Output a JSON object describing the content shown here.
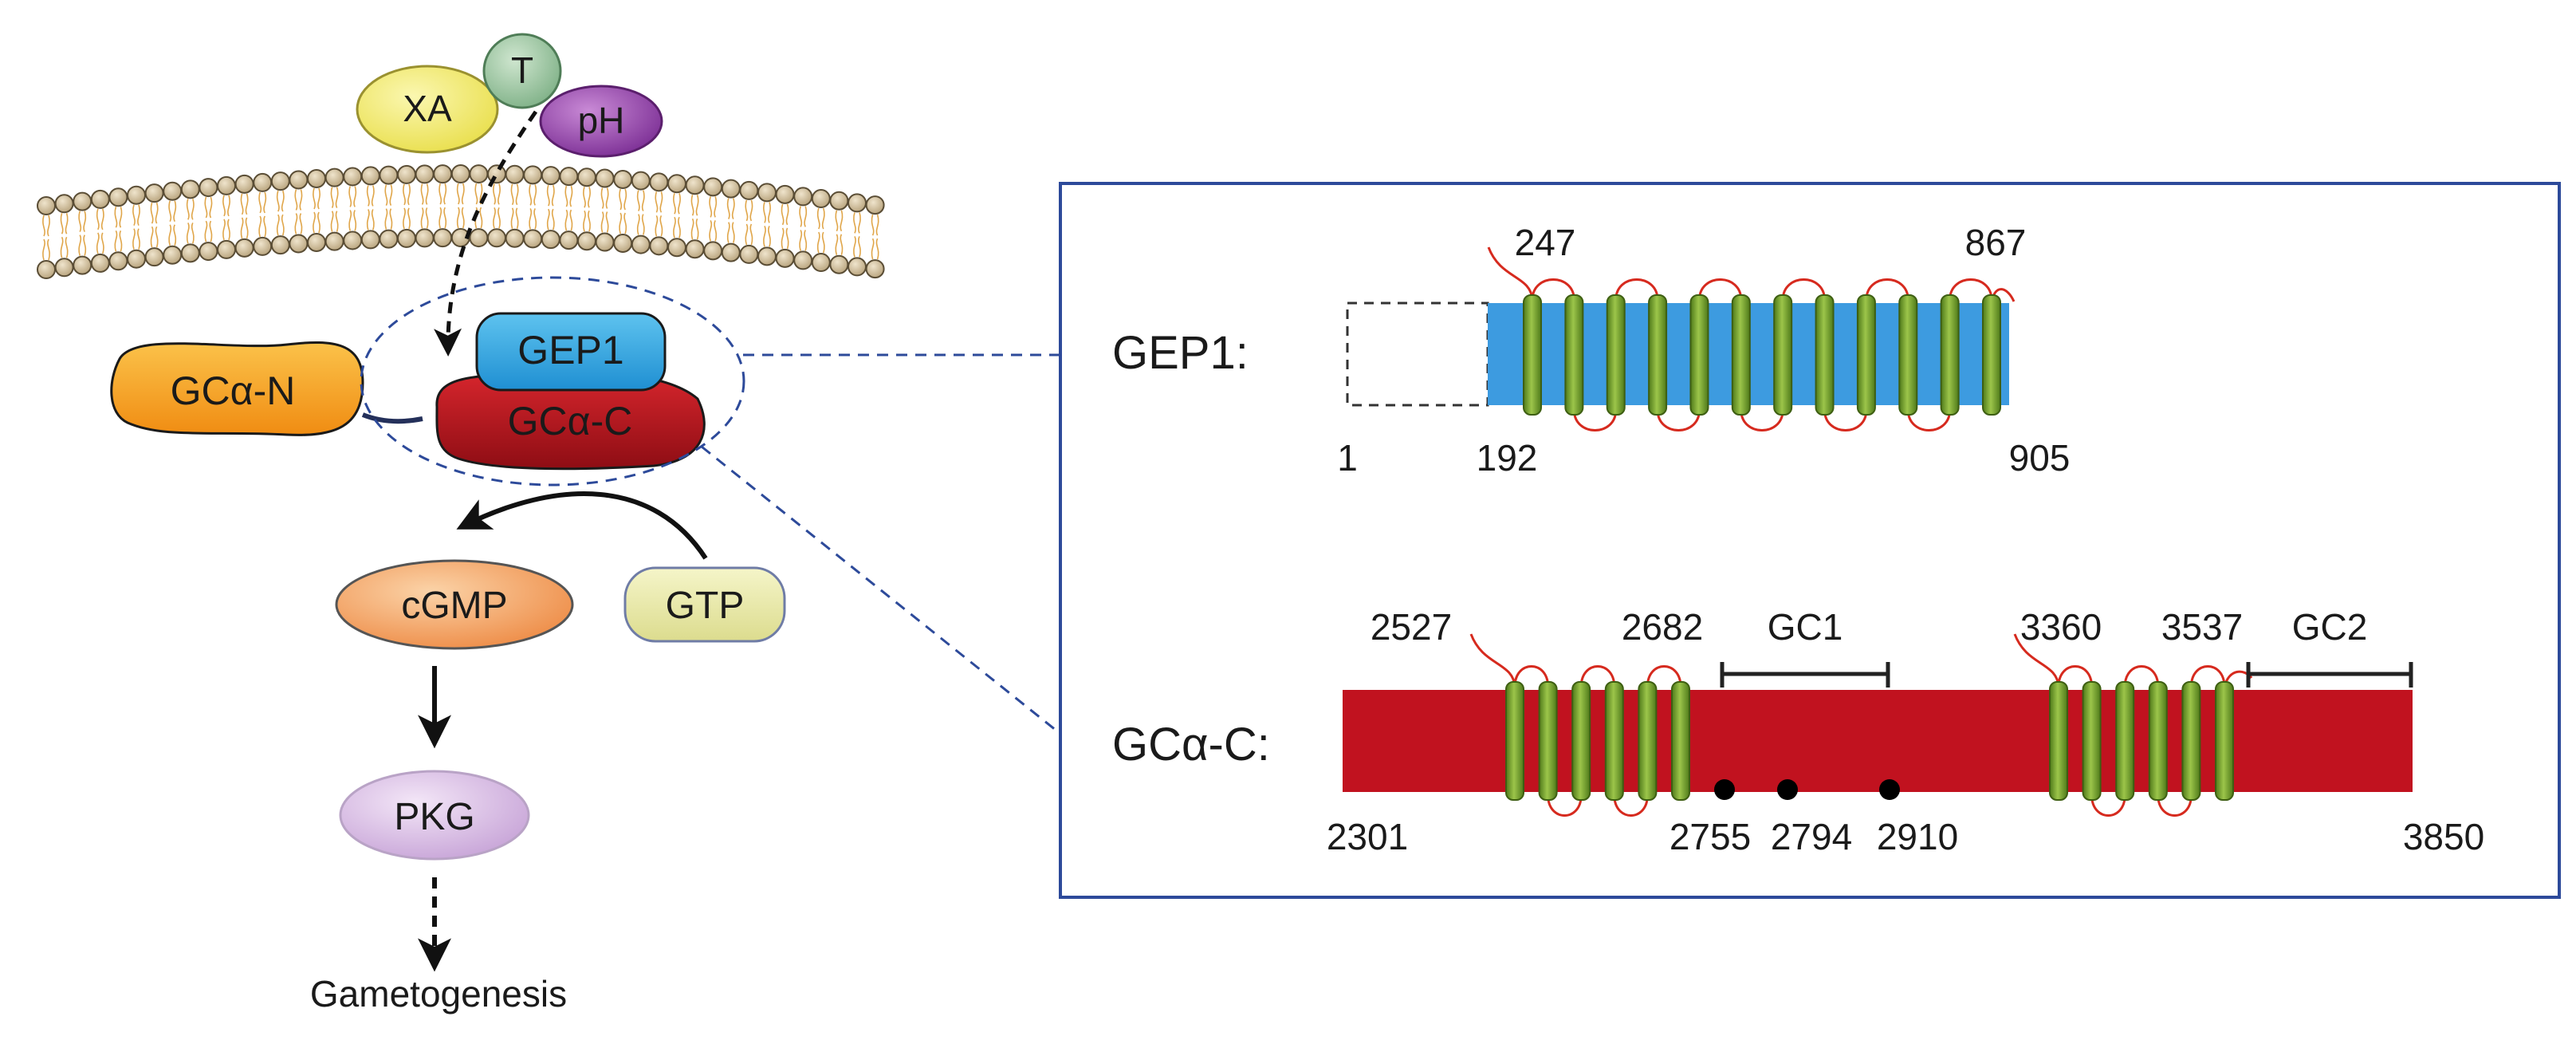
{
  "signals": {
    "xa": "XA",
    "t": "T",
    "ph": "pH"
  },
  "complex": {
    "gep1": "GEP1",
    "gca_n": "GCα-N",
    "gca_c": "GCα-C"
  },
  "pathway": {
    "cgmp": "cGMP",
    "gtp": "GTP",
    "pkg": "PKG",
    "outcome": "Gametogenesis"
  },
  "domain_panel": {
    "gep1": {
      "label": "GEP1:",
      "start": "1",
      "tm_start": "192",
      "first_tm": "247",
      "last_tm": "867",
      "end": "905",
      "tm_helix_count": 12
    },
    "gca_c": {
      "label": "GCα-C:",
      "start": "2301",
      "cluster1_start": "2527",
      "cluster1_end": "2682",
      "gc1": "GC1",
      "site1": "2755",
      "site2": "2794",
      "site3": "2910",
      "cluster2_start": "3360",
      "cluster2_end": "3537",
      "gc2": "GC2",
      "end": "3850",
      "tm_helix_count_cluster1": 6,
      "tm_helix_count_cluster2": 6
    }
  },
  "colors": {
    "gep1_blue": "#3d9be0",
    "gca_c_red": "#c1121f",
    "gca_n_orange": "#f6a623",
    "helix_green": "#6f9a2a",
    "loop_red": "#d62a1e",
    "frame_blue": "#2d4a9a",
    "membrane_head": "#c9b48f"
  }
}
